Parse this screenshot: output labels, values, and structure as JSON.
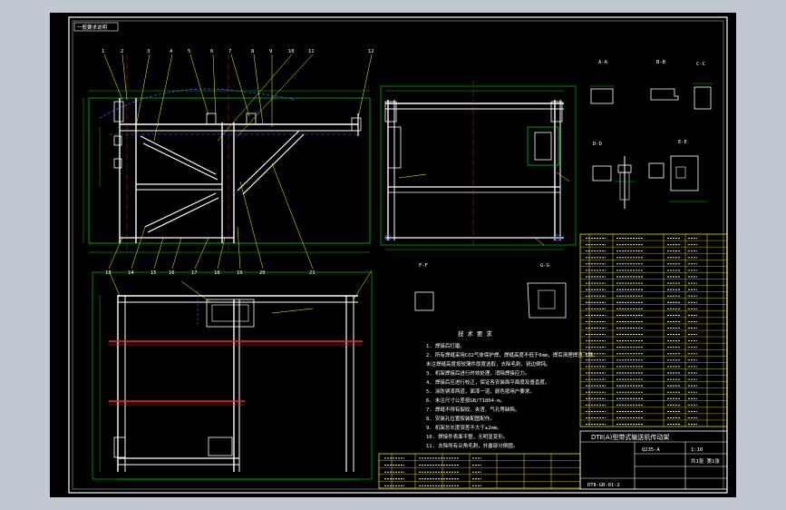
{
  "drawing": {
    "sheet_tag": "一般要求说明",
    "tech_req_title": "技 术 要 求",
    "tech_req_lines": [
      "1. 焊接后打磨。",
      "2. 所有焊缝采用CO2气体保护焊，焊缝高度不低于6mm，焊后清理焊渣飞溅。",
      "   未注焊缝高度按较薄件厚度选取，去除毛刺、锐边倒钝。",
      "3. 机架焊接后进行时效处理，消除焊接应力。",
      "4. 焊接后应进行校正，保证各安装面平面度及垂直度。",
      "5. 涂防锈漆两道，面漆一道，颜色按用户要求。",
      "6. 未注尺寸公差按GB/T1804-m。",
      "7. 焊缝不得有裂纹、夹渣、气孔等缺陷。",
      "8. 安装孔位置按装配图配作。",
      "9. 机架总长度误差不大于±2mm。",
      "10. 焊接件表面平整，无明显变形。",
      "11. 去除所有尖角毛刺，外露部分倒圆。"
    ],
    "title_block": {
      "title": "DTⅡ(A)型带式输送机传动架",
      "drawing_no": "DTⅡ-GB-01-2",
      "material": "Q235-A",
      "scale": "1:10",
      "sheet": "共1张 第1张"
    },
    "callouts": [
      "1",
      "2",
      "3",
      "4",
      "5",
      "6",
      "7",
      "8",
      "9",
      "10",
      "11",
      "12",
      "13",
      "14",
      "15",
      "16",
      "17",
      "18",
      "19",
      "20",
      "21"
    ],
    "section_labels": [
      "A-A",
      "B-B",
      "C-C",
      "D-D",
      "E-E",
      "F-F",
      "G-G"
    ],
    "views": {
      "front": "front-view",
      "side": "side-view",
      "top": "top-view"
    }
  }
}
